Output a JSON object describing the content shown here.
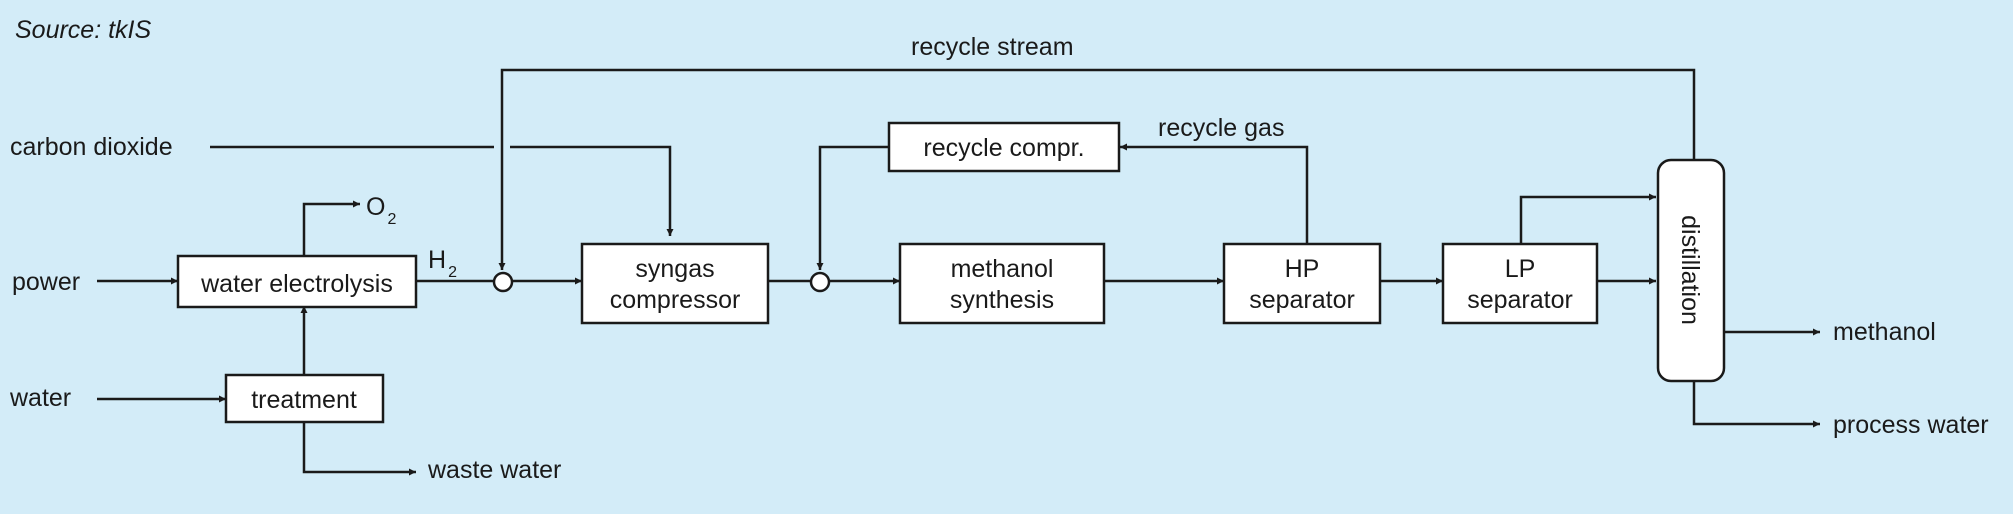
{
  "source": "Source: tkIS",
  "inputs": {
    "carbon_dioxide": "carbon dioxide",
    "power": "power",
    "water": "water"
  },
  "outputs": {
    "oxygen": "O",
    "oxygen_sub": "2",
    "waste_water": "waste water",
    "methanol": "methanol",
    "process_water": "process water"
  },
  "streams": {
    "hydrogen": "H",
    "hydrogen_sub": "2",
    "recycle_stream": "recycle stream",
    "recycle_gas": "recycle gas"
  },
  "units": {
    "water_electrolysis": "water electrolysis",
    "treatment": "treatment",
    "syngas_compressor_1": "syngas",
    "syngas_compressor_2": "compressor",
    "recycle_compressor": "recycle compr.",
    "methanol_synthesis_1": "methanol",
    "methanol_synthesis_2": "synthesis",
    "hp_separator_1": "HP",
    "hp_separator_2": "separator",
    "lp_separator_1": "LP",
    "lp_separator_2": "separator",
    "distillation": "distillation"
  }
}
